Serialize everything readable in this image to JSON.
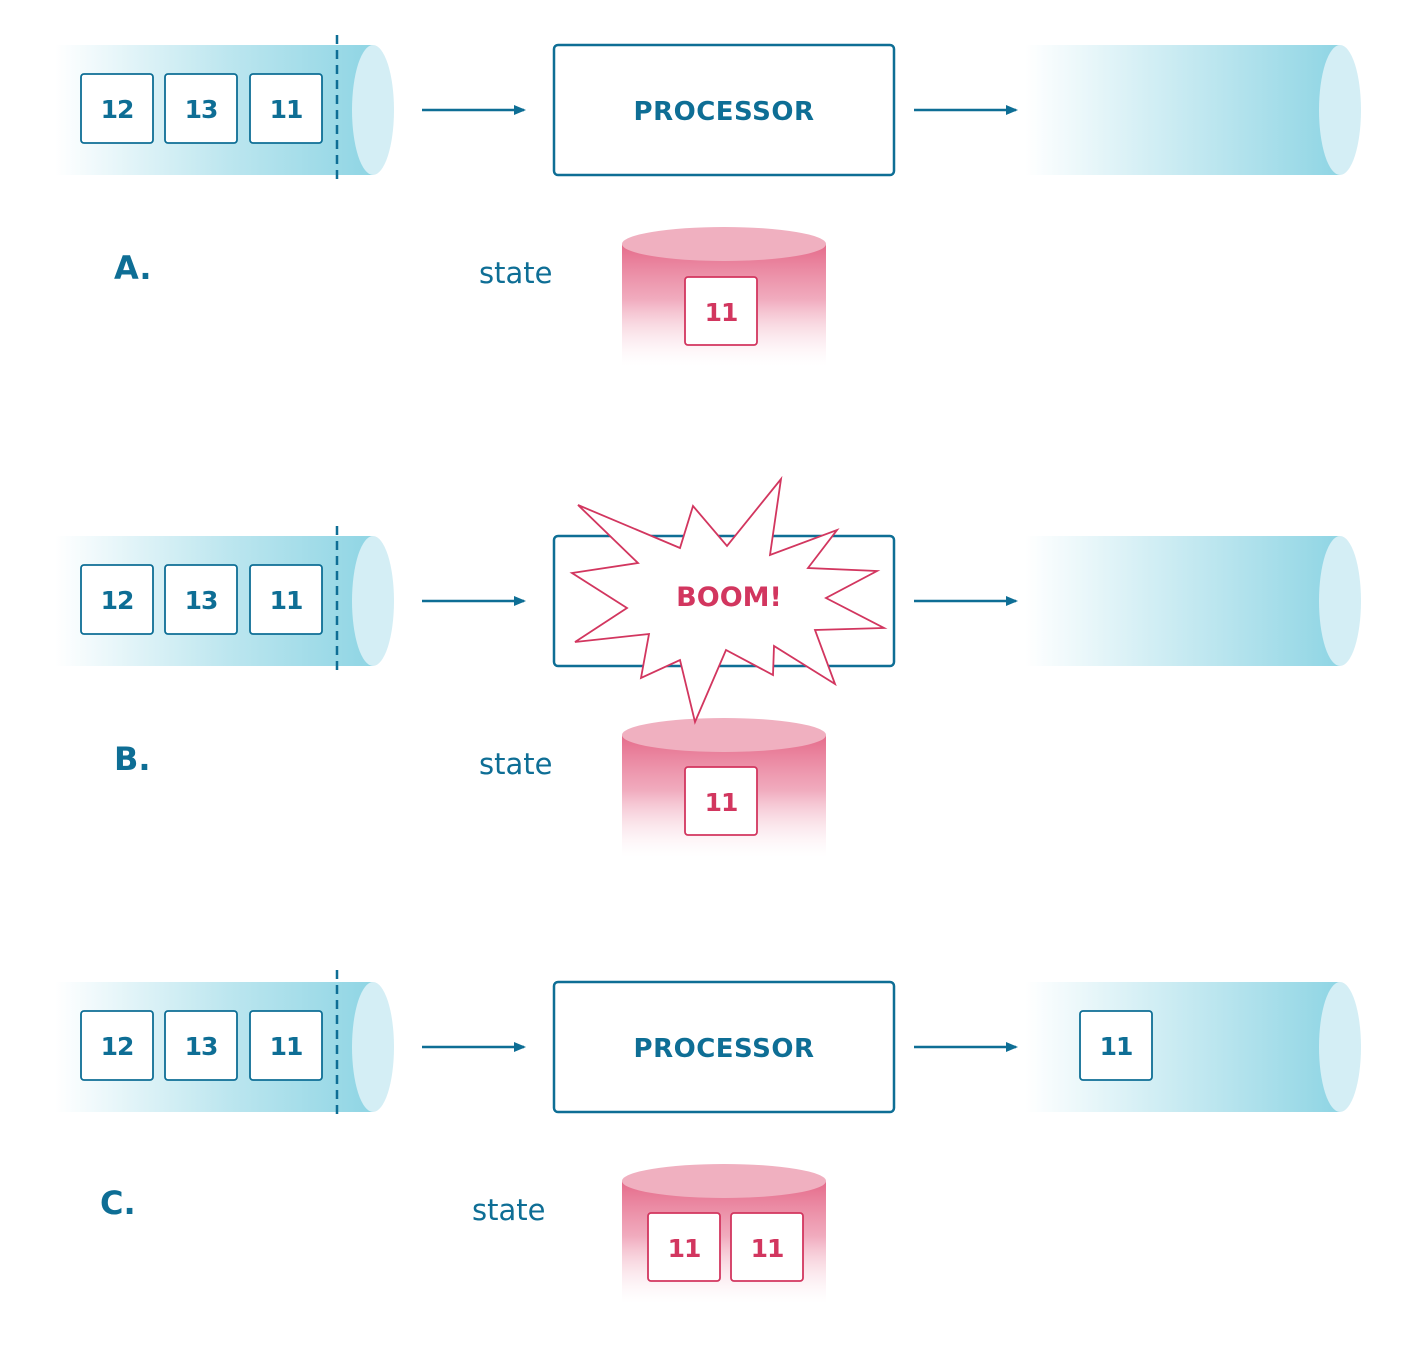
{
  "colors": {
    "primary": "#0e6e95",
    "accent": "#d2365f",
    "topic_cyan": "#8fd5e4",
    "topic_cap": "#d4eef5",
    "state_pink": "#e56b8a",
    "state_cap": "#f0b0c0"
  },
  "icons": {
    "arrow": "arrow-right-icon",
    "explosion": "explosion-icon"
  },
  "scenes": [
    {
      "label": "A.",
      "input_messages": [
        "12",
        "13",
        "11"
      ],
      "processor_label": "PROCESSOR",
      "crashed": false,
      "state_label": "state",
      "state_messages": [
        "11"
      ],
      "output_messages": []
    },
    {
      "label": "B.",
      "input_messages": [
        "12",
        "13",
        "11"
      ],
      "processor_label": "",
      "crashed": true,
      "crash_text": "BOOM!",
      "state_label": "state",
      "state_messages": [
        "11"
      ],
      "output_messages": []
    },
    {
      "label": "C.",
      "input_messages": [
        "12",
        "13",
        "11"
      ],
      "processor_label": "PROCESSOR",
      "crashed": false,
      "state_label": "state",
      "state_messages": [
        "11",
        "11"
      ],
      "output_messages": [
        "11"
      ]
    }
  ]
}
